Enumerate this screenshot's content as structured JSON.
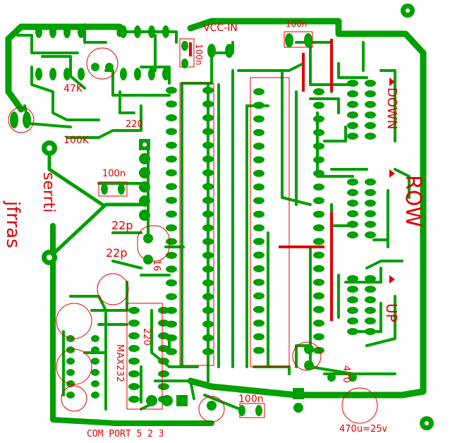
{
  "labels": {
    "vcc_in": "VCC-IN",
    "cap_top": "100n",
    "cap_vertical": "100n",
    "cap_left": "100n",
    "cap_bottom": "100n",
    "res_47k": "47K",
    "res_100k": "100K",
    "res_220_top": "220",
    "res_220_bottom": "220",
    "cap_22p_1": "22p",
    "cap_22p_2": "22p",
    "crystal": "16",
    "max232": "MAX232",
    "comport": "COM PORT  5  2  3",
    "res_470": "470",
    "cap_470u": "470u=25v",
    "author_first": "serrti",
    "author_last": "jfrras",
    "row": "ROW",
    "down": "DOWN",
    "up": "UP"
  },
  "colors": {
    "copper": "#00a000",
    "silkscreen": "#e00000",
    "background": "#ffffff"
  }
}
